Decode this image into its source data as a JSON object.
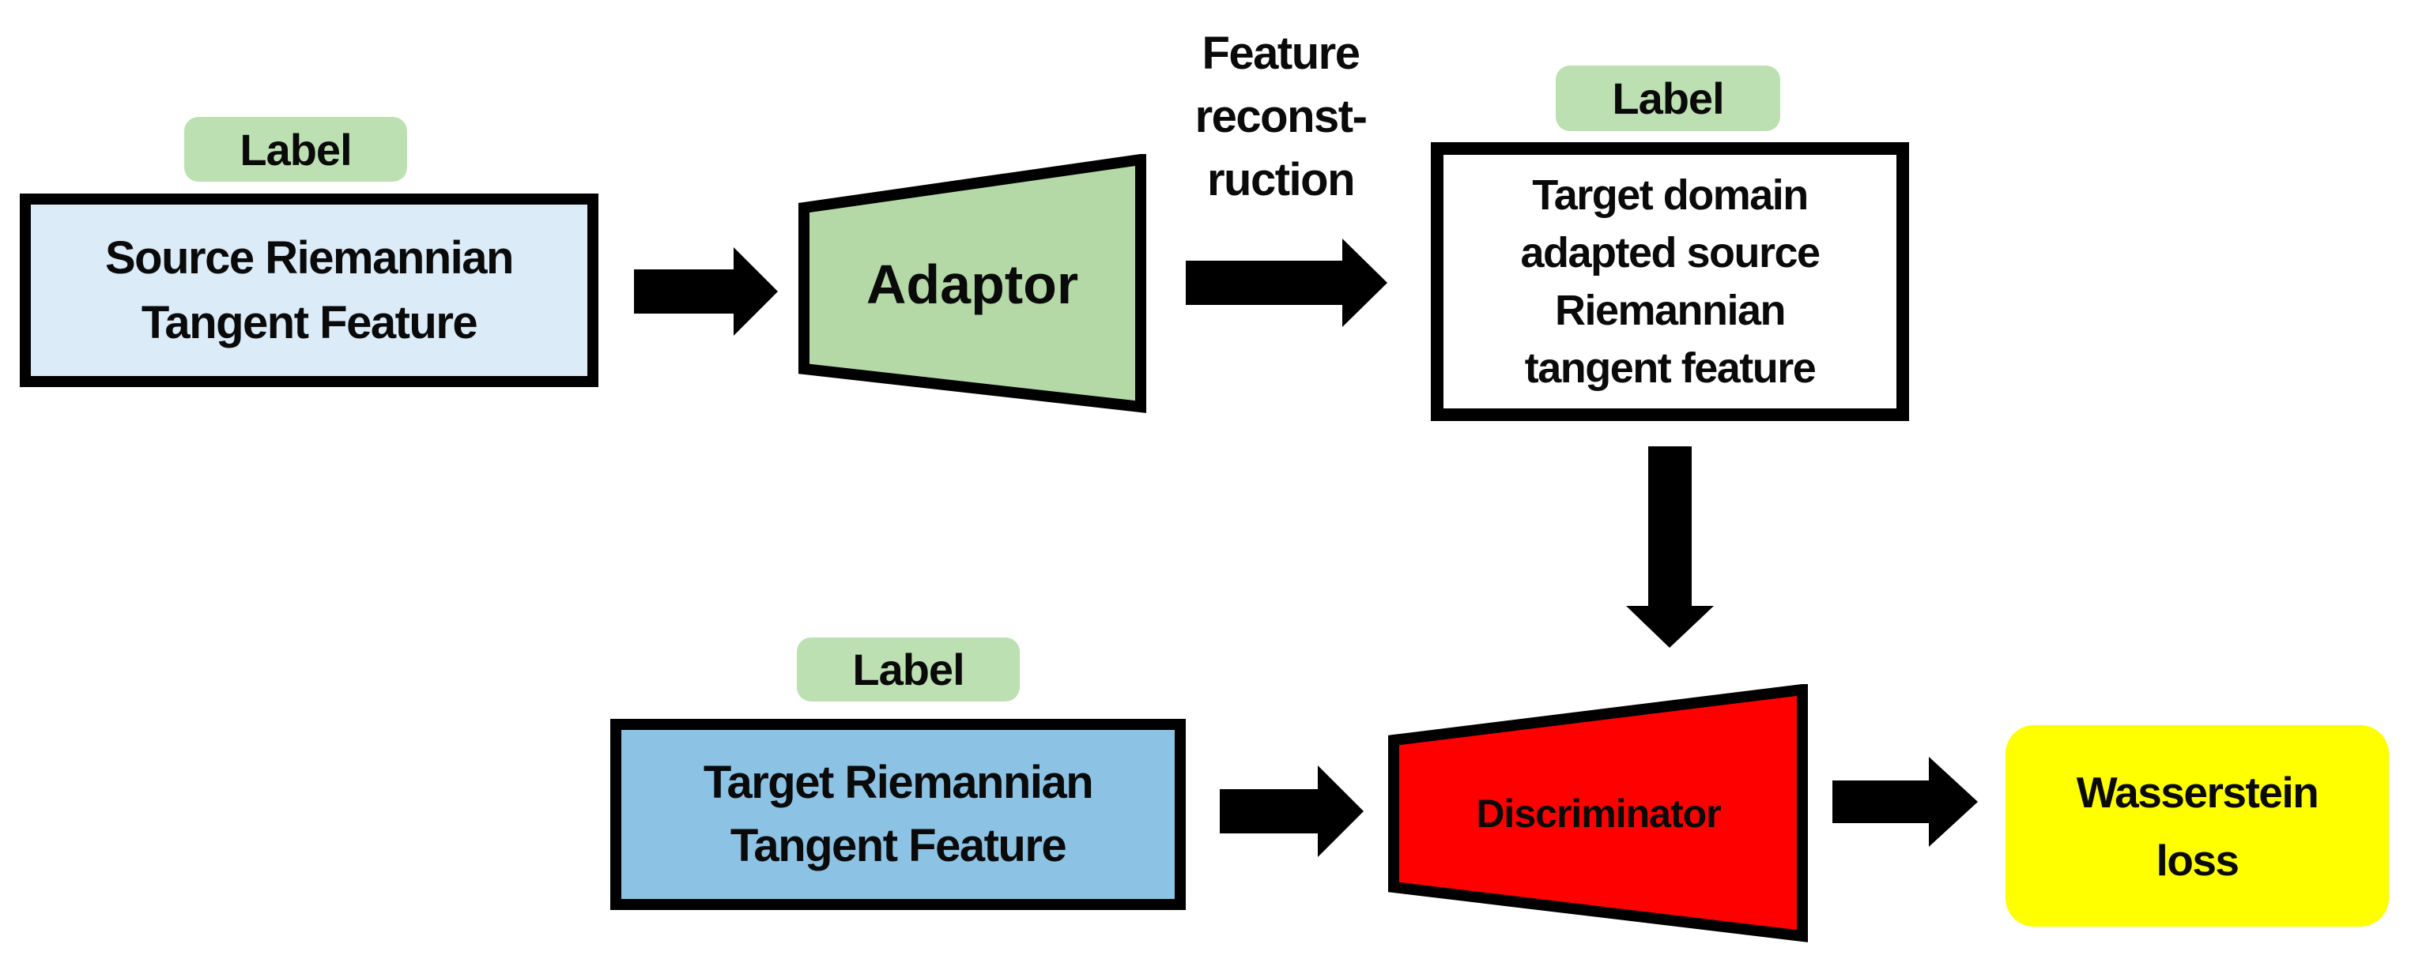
{
  "colors": {
    "background": "#ffffff",
    "arrow_black": "#000000",
    "badge_green": "#bce0b2",
    "adaptor_green": "#b4d9a7",
    "source_light_blue": "#dbebf8",
    "target_blue": "#8cc2e3",
    "discriminator_red": "#ff0000",
    "loss_yellow": "#ffff00",
    "box_white": "#ffffff"
  },
  "nodes": {
    "source_feature": {
      "badge": "Label",
      "lines": [
        "Source Riemannian",
        "Tangent Feature"
      ]
    },
    "adaptor": {
      "label": "Adaptor"
    },
    "adapted_feature": {
      "badge": "Label",
      "lines": [
        "Target domain",
        "adapted source",
        "Riemannian",
        "tangent feature"
      ]
    },
    "target_feature": {
      "badge": "Label",
      "lines": [
        "Target Riemannian",
        "Tangent Feature"
      ]
    },
    "discriminator": {
      "label": "Discriminator"
    },
    "wasserstein_loss": {
      "lines": [
        "Wasserstein",
        "loss"
      ]
    }
  },
  "annotations": {
    "feature_reconstruction": {
      "lines": [
        "Feature",
        "reconst-",
        "ruction"
      ]
    }
  },
  "edges": [
    {
      "from": "source-riemannian-tangent-feature",
      "to": "adaptor",
      "type": "arrow-right"
    },
    {
      "from": "adaptor",
      "to": "target-domain-adapted-source-riemannian-tangent-feature",
      "type": "arrow-right",
      "label": "Feature reconst-ruction"
    },
    {
      "from": "target-domain-adapted-source-riemannian-tangent-feature",
      "to": "discriminator",
      "type": "arrow-down"
    },
    {
      "from": "target-riemannian-tangent-feature",
      "to": "discriminator",
      "type": "arrow-right"
    },
    {
      "from": "discriminator",
      "to": "wasserstein-loss",
      "type": "arrow-right"
    }
  ]
}
